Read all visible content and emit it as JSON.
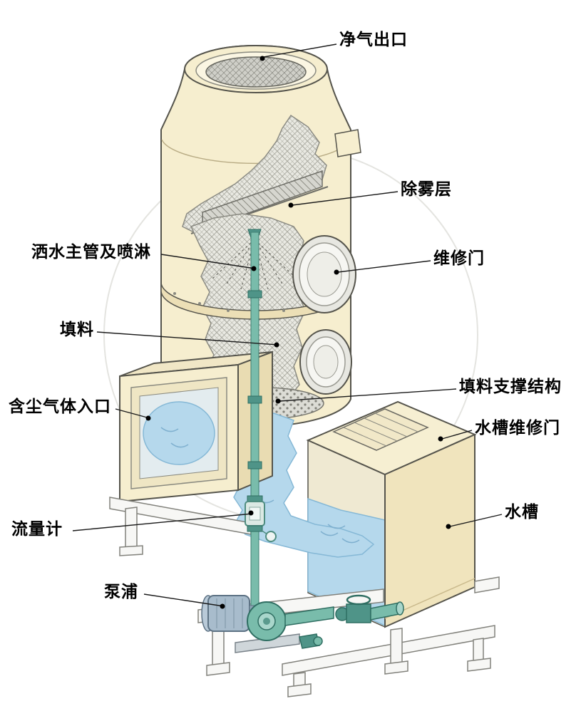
{
  "diagram": {
    "labels": [
      {
        "id": "clean-air-outlet",
        "text": "净气出口"
      },
      {
        "id": "demister-layer",
        "text": "除雾层"
      },
      {
        "id": "spray-main-pipe",
        "text": "洒水主管及喷淋"
      },
      {
        "id": "maintenance-door",
        "text": "维修门"
      },
      {
        "id": "packing",
        "text": "填料"
      },
      {
        "id": "packing-support",
        "text": "填料支撑结构"
      },
      {
        "id": "dust-gas-inlet",
        "text": "含尘气体入口"
      },
      {
        "id": "tank-maintenance-door",
        "text": "水槽维修门"
      },
      {
        "id": "flow-meter",
        "text": "流量计"
      },
      {
        "id": "water-tank",
        "text": "水槽"
      },
      {
        "id": "pump",
        "text": "泵浦"
      }
    ],
    "colors": {
      "tower_cream": "#f6eecf",
      "tower_cream_dark": "#ecdfb6",
      "outline": "#55544c",
      "water_blue": "#b5d8ec",
      "water_blue_deep": "#85b8d6",
      "pipe_teal": "#79bcab",
      "pipe_teal_dark": "#4f9488",
      "metal_gray": "#d9d9d3",
      "metal_gray_dark": "#9a9a92",
      "label_color": "#000000",
      "background": "#ffffff"
    }
  }
}
